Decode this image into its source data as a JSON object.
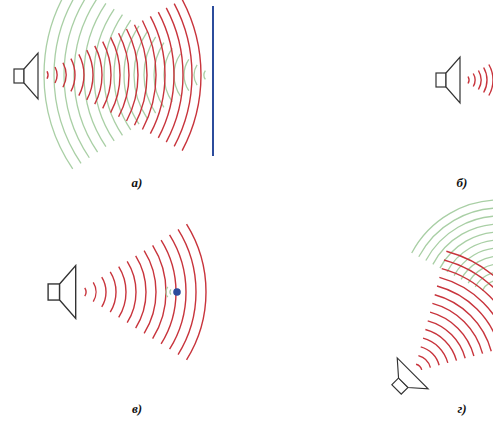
{
  "diagram": {
    "labels": [
      "а)",
      "б)",
      "в)",
      "г)"
    ]
  }
}
